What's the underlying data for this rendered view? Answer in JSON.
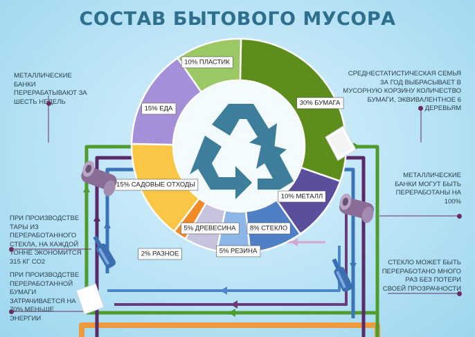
{
  "title": "СОСТАВ БЫТОВОГО МУСОРА",
  "notes": {
    "metal_cans_six_weeks": "МЕТАЛЛИЧЕСКИЕ БАНКИ ПЕРЕРАБАТЫВАЮТ ЗА ШЕСТЬ НЕДЕЛЬ",
    "paper_six_trees": "СРЕДНЕСТАТИСТИЧЕСКАЯ СЕМЬЯ ЗА ГОД ВЫБРАСЫВАЕТ В МУСОРНУЮ КОРЗИНУ КОЛИЧЕСТВО БУМАГИ, ЭКВИВАЛЕНТНОЕ 6 ДЕРЕВЬЯМ",
    "metal_cans_100": "МЕТАЛЛИЧЕСКИЕ БАНКИ МОГУТ БЫТЬ ПЕРЕРАБОТАНЫ НА 100%",
    "glass_co2": "ПРИ ПРОИЗВОДСТВЕ ТАРЫ ИЗ ПЕРЕРАБОТАННОГО СТЕКЛА, НА КАЖДОЙ ТОННЕ ЭКОНОМИТСЯ 315 КГ СО2",
    "glass_transparency": "СТЕКЛО МОЖЕТ БЫТЬ ПЕРЕРАБОТАНО МНОГО РАЗ БЕЗ ПОТЕРИ СВОЕЙ ПРОЗРАЧНОСТИ",
    "paper_energy": "ПРИ ПРОИЗВОДСТВЕ ПЕРЕРАБОТАННОЙ БУМАГИ ЗАТРАЧИВАЕТСЯ НА 70% МЕНЬШЕ ЭНЕРГИИ"
  },
  "chart_data": {
    "type": "pie",
    "variant": "donut",
    "slices": [
      {
        "label": "30% БУМАГА",
        "value": 30,
        "color": "#5d8e1c"
      },
      {
        "label": "10% МЕТАЛЛ",
        "value": 10,
        "color": "#5a4f9c"
      },
      {
        "label": "8% СТЕКЛО",
        "value": 8,
        "color": "#4f7fc4"
      },
      {
        "label": "5% РЕЗИНА",
        "value": 5,
        "color": "#8db6e8"
      },
      {
        "label": "5% ДРЕВЕСИНА",
        "value": 5,
        "color": "#c7c3dd"
      },
      {
        "label": "2% РАЗНОЕ",
        "value": 2,
        "color": "#f08a24"
      },
      {
        "label": "15% САДОВЫЕ ОТХОДЫ",
        "value": 15,
        "color": "#f9c646"
      },
      {
        "label": "15% ЕДА",
        "value": 15,
        "color": "#a68fd9"
      },
      {
        "label": "10% ПЛАСТИК",
        "value": 10,
        "color": "#9cc765"
      }
    ]
  }
}
